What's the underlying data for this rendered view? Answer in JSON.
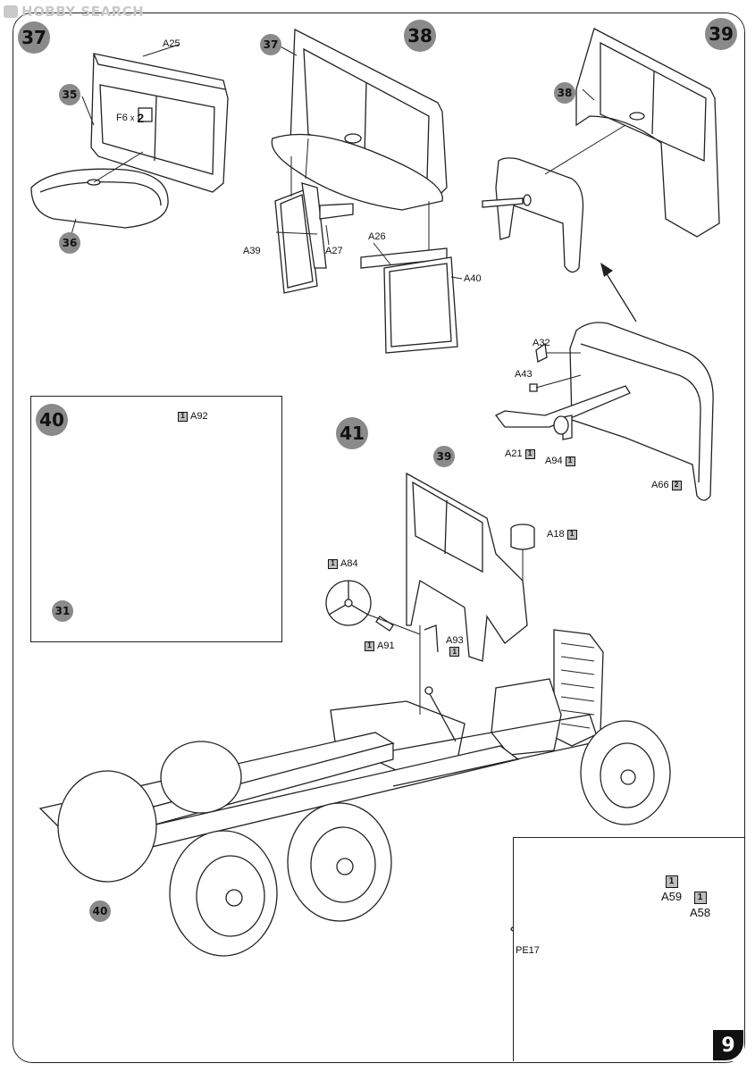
{
  "watermark": {
    "text": "HOBBY SEARCH"
  },
  "page_number": "9",
  "steps": [
    {
      "id": "37"
    },
    {
      "id": "38"
    },
    {
      "id": "39"
    },
    {
      "id": "40"
    },
    {
      "id": "41"
    }
  ],
  "step37": {
    "callouts": [
      "35",
      "36"
    ],
    "labels": {
      "a25": "A25",
      "f6": "F6",
      "x2": "x",
      "x2num": "2"
    }
  },
  "step38": {
    "callout": "37",
    "labels": {
      "a39": "A39",
      "a27": "A27",
      "a26": "A26",
      "a40": "A40"
    }
  },
  "step39": {
    "callout": "38",
    "labels": {
      "a32": "A32",
      "a43": "A43",
      "a21": "A21",
      "a21qty": "1",
      "a94": "A94",
      "a94qty": "1",
      "a66": "A66",
      "a66qty": "2"
    }
  },
  "step40": {
    "callout": "31",
    "labels": {
      "a92": "A92",
      "a92qty": "1"
    }
  },
  "step41": {
    "callouts": [
      "39",
      "40"
    ],
    "labels": {
      "a84": "A84",
      "a84qty": "1",
      "a91": "A91",
      "a91qty": "1",
      "a93": "A93",
      "a93qty": "1",
      "a18": "A18",
      "a18qty": "1"
    }
  },
  "zoom_inset": {
    "labels": {
      "a59": "A59",
      "a59qty": "1",
      "a58": "A58",
      "a58qty": "1",
      "pe17": "PE17"
    }
  }
}
